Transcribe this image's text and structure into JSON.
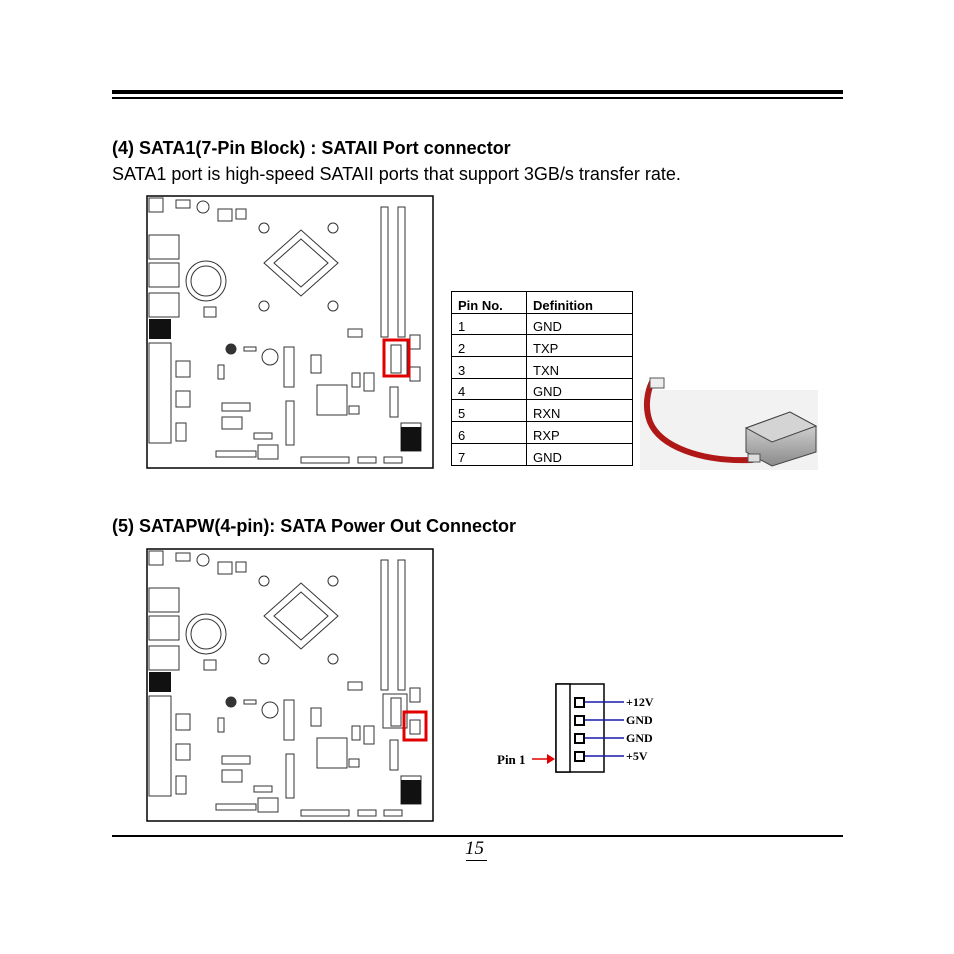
{
  "section4": {
    "heading": "(4) SATA1(7-Pin Block) : SATAII Port connector",
    "description": "SATA1 port is high-speed SATAII ports that support 3GB/s transfer rate."
  },
  "pin_table": {
    "headers": [
      "Pin No.",
      "Definition"
    ],
    "rows": [
      [
        "1",
        "GND"
      ],
      [
        "2",
        "TXP"
      ],
      [
        "3",
        "TXN"
      ],
      [
        "4",
        "GND"
      ],
      [
        "5",
        "RXN"
      ],
      [
        "6",
        "RXP"
      ],
      [
        "7",
        "GND"
      ]
    ]
  },
  "section5": {
    "heading": "(5) SATAPW(4-pin): SATA Power Out Connector"
  },
  "power_connector": {
    "pin_labels": [
      "+12V",
      "GND",
      "GND",
      "+5V"
    ],
    "pin1_label": "Pin 1"
  },
  "page_number": "15",
  "colors": {
    "highlight": "#e00000",
    "pin_line": "#1a1aa8"
  }
}
